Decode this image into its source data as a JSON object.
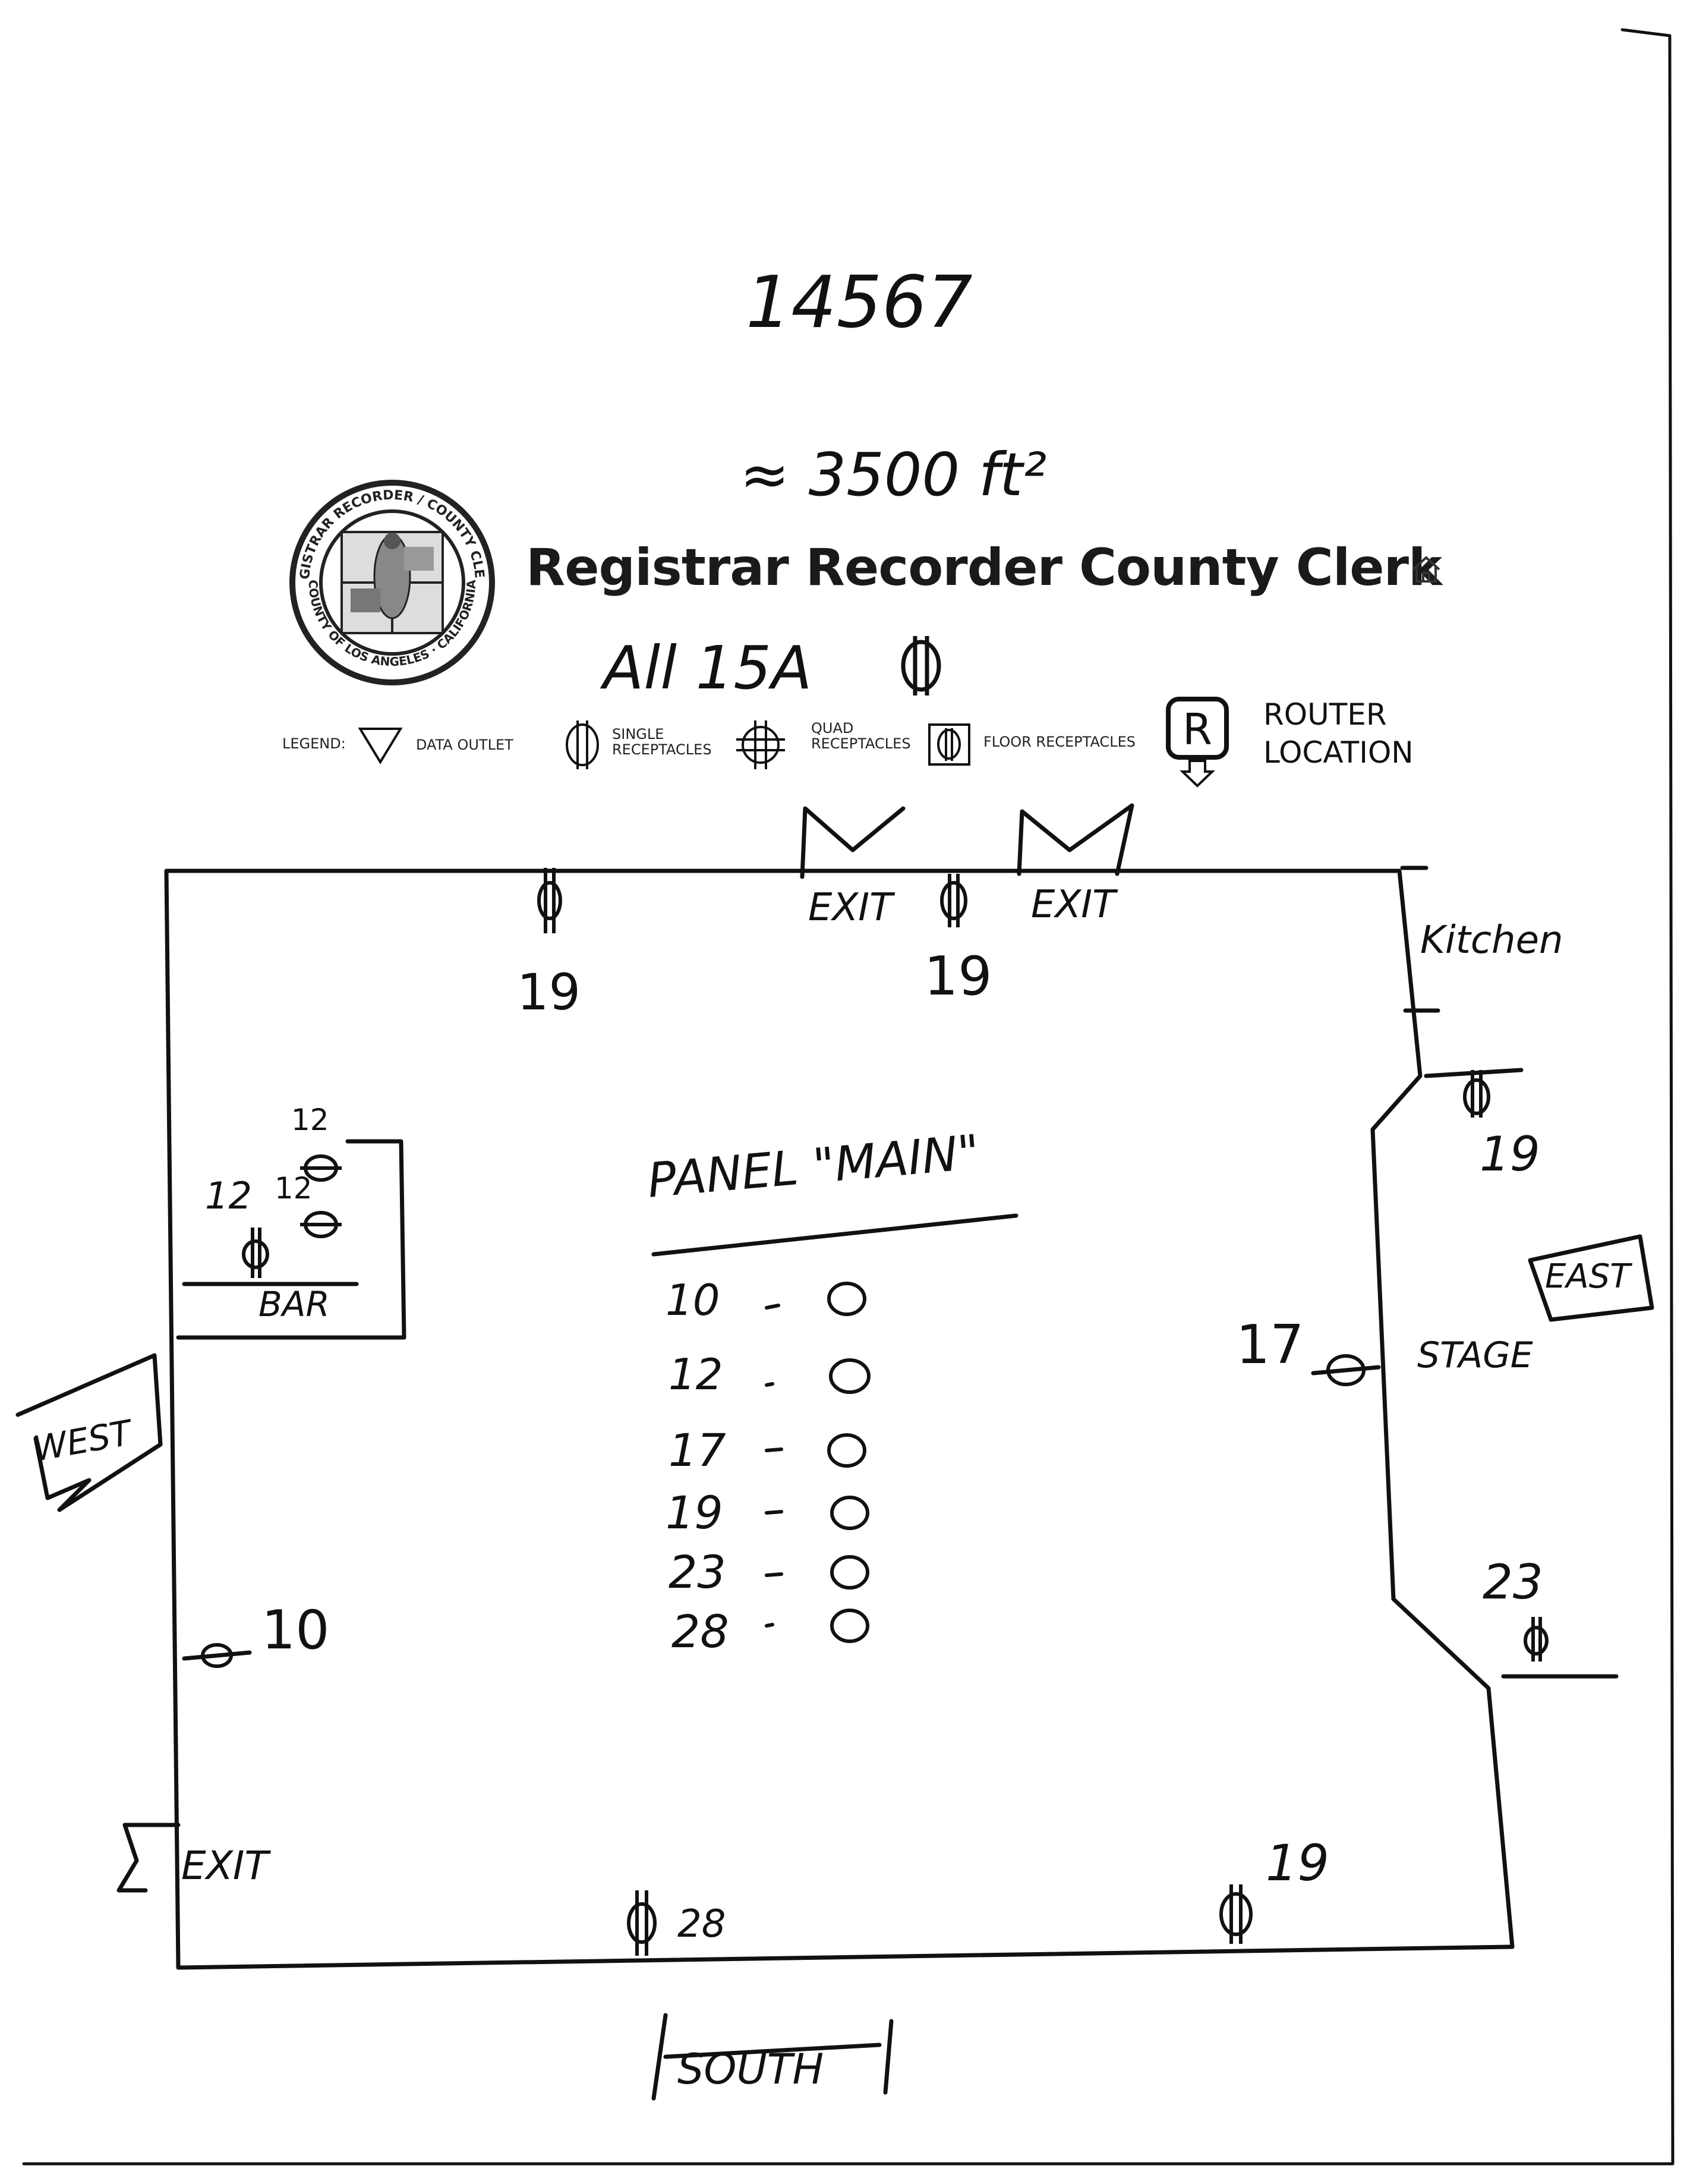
{
  "document": {
    "doc_number": "14567",
    "area_note": "≈ 3500 ft²",
    "org_title": "Registrar Recorder County Clerk",
    "circuit_note": "All 15A",
    "seal_text_top": "REGISTRAR RECORDER / COUNTY CLERK",
    "seal_text_bottom": "COUNTY OF LOS ANGELES · CALIFORNIA"
  },
  "legend": {
    "label": "LEGEND:",
    "data_outlet": "DATA OUTLET",
    "single": "SINGLE RECEPTACLES",
    "quad": "QUAD RECEPTACLES",
    "floor": "FLOOR RECEPTACLES",
    "router_line1": "ROUTER",
    "router_line2": "LOCATION",
    "router_symbol": "R"
  },
  "plan": {
    "exit_top_left": "EXIT",
    "exit_top_right": "EXIT",
    "exit_left": "EXIT",
    "kitchen": "Kitchen",
    "bar": "BAR",
    "stage": "STAGE",
    "east": "EAST",
    "west": "WEST",
    "south": "SOUTH",
    "panel_title": "PANEL \"MAIN\"",
    "circuits": [
      "10",
      "12",
      "17",
      "19",
      "23",
      "28"
    ],
    "outlet_labels": {
      "top_wall": "19",
      "top_center": "19",
      "kitchen": "19",
      "bar_1": "12",
      "bar_2": "12",
      "bar_3": "12",
      "stage": "17",
      "west_wall": "10",
      "east_low": "23",
      "south_28": "28",
      "south_19": "19"
    }
  },
  "icons": [
    "agency-seal",
    "home-icon",
    "data-outlet-icon",
    "single-receptacle-icon",
    "quad-receptacle-icon",
    "floor-receptacle-icon",
    "router-icon"
  ]
}
